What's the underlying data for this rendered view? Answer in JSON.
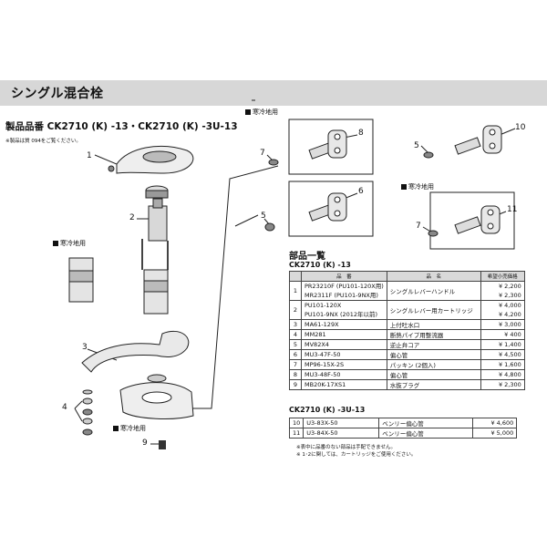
{
  "header": {
    "title": "シングル混合栓"
  },
  "model": {
    "title": "製品品番 CK2710 (K) -13・CK2710 (K) -3U-13",
    "note": "※製品は質 094をご覧ください。"
  },
  "tags": {
    "cold_region": "寒冷地用"
  },
  "callouts": [
    "1",
    "2",
    "3",
    "4",
    "5",
    "6",
    "7",
    "8",
    "9",
    "10",
    "11"
  ],
  "parts_list": {
    "title": "部品一覧",
    "group1": "CK2710 (K) -13",
    "group2": "CK2710 (K) -3U-13",
    "headers": {
      "code": "品　番",
      "name": "品　名",
      "price": "希望小売価格"
    },
    "rows1": [
      {
        "no": "1",
        "code": [
          "PR23210F (PU101-120X用)",
          "MR2311F (PU101-9NX用)"
        ],
        "name": "シングルレバーハンドル",
        "price": [
          "¥ 2,200",
          "¥ 2,300"
        ]
      },
      {
        "no": "2",
        "code": [
          "PU101-120X",
          "PU101-9NX (2012年以前)"
        ],
        "name": "シングルレバー用カートリッジ",
        "price": [
          "¥ 4,000",
          "¥ 4,200"
        ]
      },
      {
        "no": "3",
        "code": [
          "MA61-129X"
        ],
        "name": "上付吐水口",
        "price": [
          "¥ 3,000"
        ]
      },
      {
        "no": "4",
        "code": [
          "MM281"
        ],
        "name": "断熱パイプ用整流器",
        "price": [
          "¥ 400"
        ]
      },
      {
        "no": "5",
        "code": [
          "MV82X4"
        ],
        "name": "逆止弁コア",
        "price": [
          "¥ 1,400"
        ]
      },
      {
        "no": "6",
        "code": [
          "MU3-47F-50"
        ],
        "name": "偏心管",
        "price": [
          "¥ 4,500"
        ]
      },
      {
        "no": "7",
        "code": [
          "MP96-15X-2S"
        ],
        "name": "パッキン (2個入)",
        "price": [
          "¥ 1,600"
        ]
      },
      {
        "no": "8",
        "code": [
          "MU3-48F-50"
        ],
        "name": "偏心管",
        "price": [
          "¥ 4,800"
        ]
      },
      {
        "no": "9",
        "code": [
          "MB20K-17XS1"
        ],
        "name": "水抜プラグ",
        "price": [
          "¥ 2,300"
        ]
      }
    ],
    "rows2": [
      {
        "no": "10",
        "code": [
          "U3-83X-50"
        ],
        "name": "ベンリー偏心管",
        "price": [
          "¥ 4,600"
        ]
      },
      {
        "no": "11",
        "code": [
          "U3-84X-50"
        ],
        "name": "ベンリー偏心管",
        "price": [
          "¥ 5,000"
        ]
      }
    ],
    "footnotes": [
      "※表中に品番のない部品は手配できません。",
      "※ 1･2に関しては、カートリッジをご使用ください。"
    ]
  }
}
